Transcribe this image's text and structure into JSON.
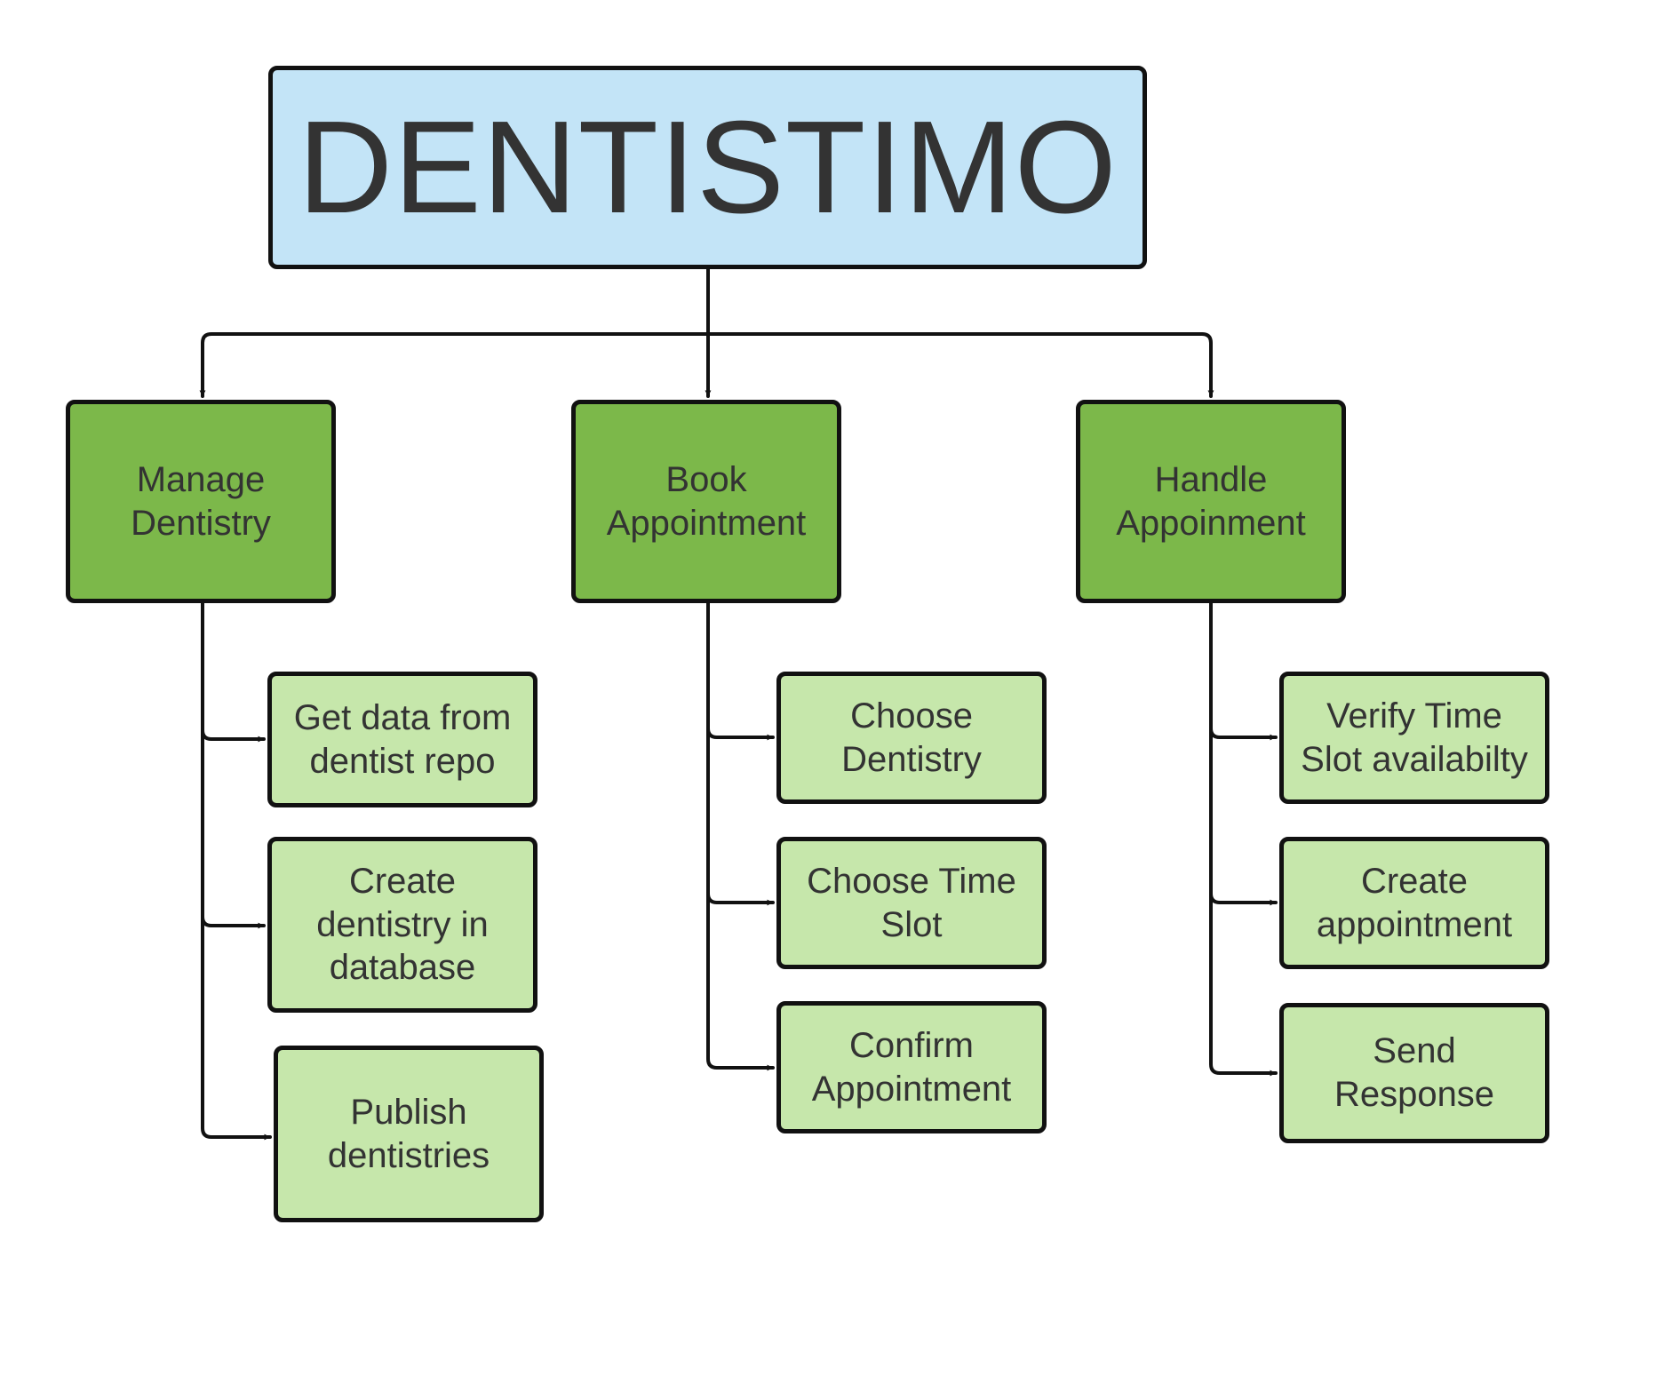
{
  "diagram": {
    "root": {
      "label": "DENTISTIMO"
    },
    "categories": [
      {
        "label": "Manage\nDentistry",
        "tasks": [
          "Get data from\ndentist repo",
          "Create\ndentistry in\ndatabase",
          "Publish\ndentistries"
        ]
      },
      {
        "label": "Book\nAppointment",
        "tasks": [
          "Choose\nDentistry",
          "Choose Time\nSlot",
          "Confirm\nAppointment"
        ]
      },
      {
        "label": "Handle\nAppoinment",
        "tasks": [
          "Verify Time\nSlot availabilty",
          "Create\nappointment",
          "Send\nResponse"
        ]
      }
    ],
    "colors": {
      "root_fill": "#c3e4f7",
      "category_fill": "#7cb84a",
      "task_fill": "#c6e7ab",
      "stroke": "#111111",
      "text": "#333333"
    }
  }
}
